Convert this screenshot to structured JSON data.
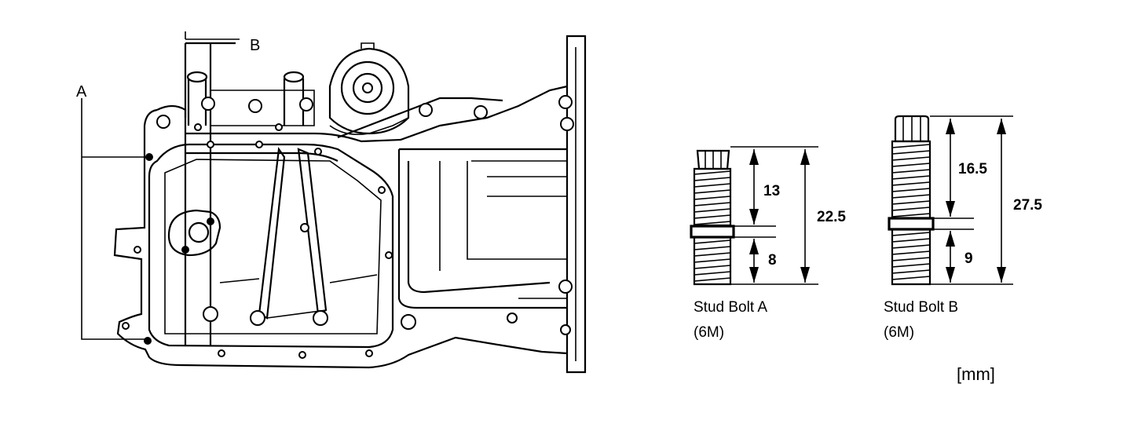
{
  "figure": {
    "callouts": {
      "a": "A",
      "b": "B"
    },
    "stud_a": {
      "top_len": "13",
      "bottom_len": "8",
      "total_len": "22.5",
      "name": "Stud Bolt A",
      "size": "(6M)"
    },
    "stud_b": {
      "top_len": "16.5",
      "bottom_len": "9",
      "total_len": "27.5",
      "name": "Stud Bolt B",
      "size": "(6M)"
    },
    "unit": "[mm]"
  }
}
